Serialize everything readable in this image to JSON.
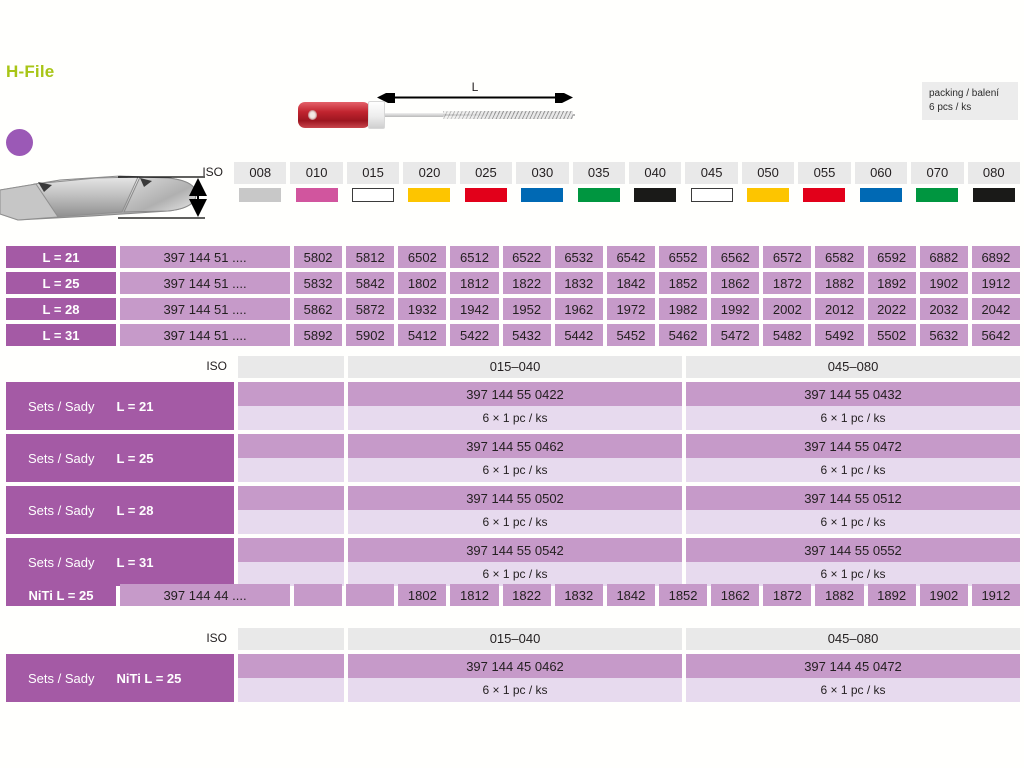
{
  "page": {
    "title": "H-File",
    "background": "#fffffd",
    "title_color": "#a8c516",
    "brand_dot_color": "#9b59b6"
  },
  "packing": {
    "line1": "packing / balení",
    "line2": "6 pcs / ks"
  },
  "illustration": {
    "dimension_label": "L",
    "handle_color": "#c1242f",
    "shaft_color": "#b5b5b5"
  },
  "iso": {
    "header_label": "ISO",
    "sizes": [
      "008",
      "010",
      "015",
      "020",
      "025",
      "030",
      "035",
      "040",
      "045",
      "050",
      "055",
      "060",
      "070",
      "080"
    ],
    "colors": [
      "#c8c8c8",
      "#d1559e",
      "#ffffff",
      "#fdc500",
      "#e2001a",
      "#0069b4",
      "#009640",
      "#1a1a18",
      "#ffffff",
      "#fdc500",
      "#e2001a",
      "#0069b4",
      "#009640",
      "#1a1a18"
    ],
    "color_names": [
      "grey",
      "pink",
      "white",
      "yellow",
      "red",
      "blue",
      "green",
      "black",
      "white",
      "yellow",
      "red",
      "blue",
      "green",
      "black"
    ]
  },
  "main_table": {
    "rows": [
      {
        "length": "L = 21",
        "ref": "397 144 51 ....",
        "codes": [
          "5802",
          "5812",
          "6502",
          "6512",
          "6522",
          "6532",
          "6542",
          "6552",
          "6562",
          "6572",
          "6582",
          "6592",
          "6882",
          "6892"
        ]
      },
      {
        "length": "L = 25",
        "ref": "397 144 51 ....",
        "codes": [
          "5832",
          "5842",
          "1802",
          "1812",
          "1822",
          "1832",
          "1842",
          "1852",
          "1862",
          "1872",
          "1882",
          "1892",
          "1902",
          "1912"
        ]
      },
      {
        "length": "L = 28",
        "ref": "397 144 51 ....",
        "codes": [
          "5862",
          "5872",
          "1932",
          "1942",
          "1952",
          "1962",
          "1972",
          "1982",
          "1992",
          "2002",
          "2012",
          "2022",
          "2032",
          "2042"
        ]
      },
      {
        "length": "L = 31",
        "ref": "397 144 51 ....",
        "codes": [
          "5892",
          "5902",
          "5412",
          "5422",
          "5432",
          "5442",
          "5452",
          "5462",
          "5472",
          "5482",
          "5492",
          "5502",
          "5632",
          "5642"
        ]
      }
    ]
  },
  "sets_table": {
    "iso_label": "ISO",
    "range_left": "015–040",
    "range_right": "045–080",
    "sets_prefix": "Sets / Sady",
    "rows": [
      {
        "length": "L = 21",
        "code_left": "397 144 55 0422",
        "qty_left": "6 × 1 pc / ks",
        "code_right": "397 144 55 0432",
        "qty_right": "6 × 1 pc / ks"
      },
      {
        "length": "L = 25",
        "code_left": "397 144 55 0462",
        "qty_left": "6 × 1 pc / ks",
        "code_right": "397 144 55 0472",
        "qty_right": "6 × 1 pc / ks"
      },
      {
        "length": "L = 28",
        "code_left": "397 144 55 0502",
        "qty_left": "6 × 1 pc / ks",
        "code_right": "397 144 55 0512",
        "qty_right": "6 × 1 pc / ks"
      },
      {
        "length": "L = 31",
        "code_left": "397 144 55 0542",
        "qty_left": "6 × 1 pc / ks",
        "code_right": "397 144 55 0552",
        "qty_right": "6 × 1 pc / ks"
      }
    ]
  },
  "niti_row": {
    "label": "NiTi L = 25",
    "ref": "397 144 44 ....",
    "codes": [
      "",
      "",
      "1802",
      "1812",
      "1822",
      "1832",
      "1842",
      "1852",
      "1862",
      "1872",
      "1882",
      "1892",
      "1902",
      "1912"
    ]
  },
  "niti_sets": {
    "iso_label": "ISO",
    "range_left": "015–040",
    "range_right": "045–080",
    "sets_prefix": "Sets / Sady",
    "length": "NiTi L = 25",
    "code_left": "397 144 45 0462",
    "qty_left": "6 × 1 pc / ks",
    "code_right": "397 144 45 0472",
    "qty_right": "6 × 1 pc / ks"
  }
}
